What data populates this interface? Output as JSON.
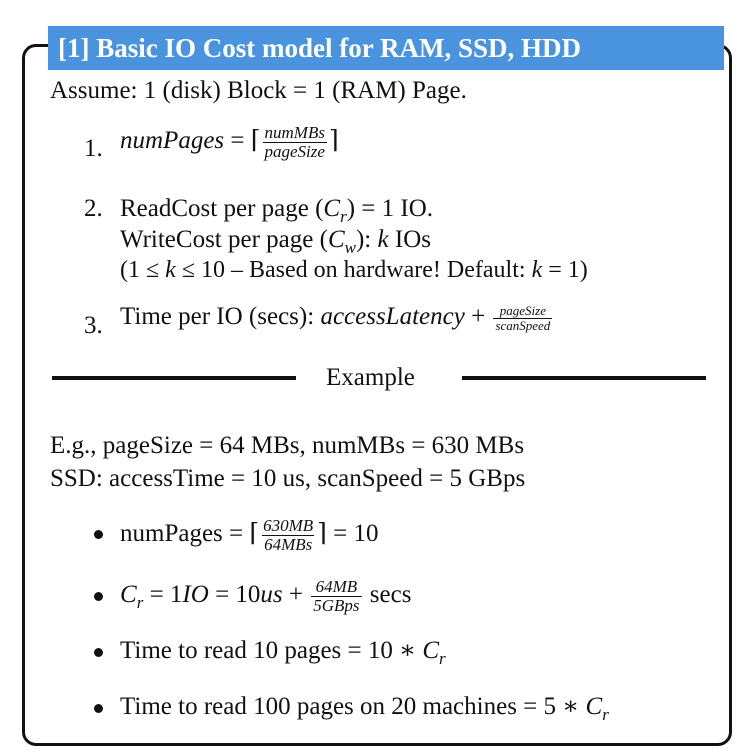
{
  "title": "[1] Basic IO Cost model for RAM, SSD, HDD",
  "assume": "Assume: 1 (disk) Block = 1 (RAM) Page.",
  "items": [
    {
      "num": "1.",
      "lhs": "numPages",
      "eq": " = ⌈",
      "frac_num": "numMBs",
      "frac_den": "pageSize",
      "close": "⌉"
    },
    {
      "num": "2.",
      "read_pre": "ReadCost per page (",
      "read_var": "C",
      "read_sub": "r",
      "read_post": ") = 1 IO.",
      "write_pre": "WriteCost per page (",
      "write_var": "C",
      "write_sub": "w",
      "write_mid": "): ",
      "write_k": "k",
      "write_post": " IOs",
      "range_pre": "(1 ≤ ",
      "range_k": "k",
      "range_mid": " ≤ 10 – Based on hardware!  Default: ",
      "range_k2": "k",
      "range_post": " = 1)"
    },
    {
      "num": "3.",
      "pre": "Time per IO (secs): ",
      "var": "accessLatency",
      "plus": " + ",
      "frac_num": "pageSize",
      "frac_den": "scanSpeed"
    }
  ],
  "divider_label": "Example",
  "example_line1": "E.g., pageSize = 64 MBs, numMBs = 630 MBs",
  "example_line2": "SSD: accessTime = 10 us, scanSpeed = 5 GBps",
  "bullets": [
    {
      "pre": "numPages = ⌈",
      "frac_num": "630MB",
      "frac_den": "64MBs",
      "post": "⌉ = 10"
    },
    {
      "var": "C",
      "sub": "r",
      "mid": " = 1",
      "io": "IO",
      "eq": " = 10",
      "us": "us",
      "plus": " + ",
      "frac_num": "64MB",
      "frac_den": "5GBps",
      "post": " secs"
    },
    {
      "text": "Time to read 10 pages = 10 ∗ ",
      "var": "C",
      "sub": "r"
    },
    {
      "text": "Time to read 100 pages on 20 machines = 5 ∗ ",
      "var": "C",
      "sub": "r"
    }
  ]
}
